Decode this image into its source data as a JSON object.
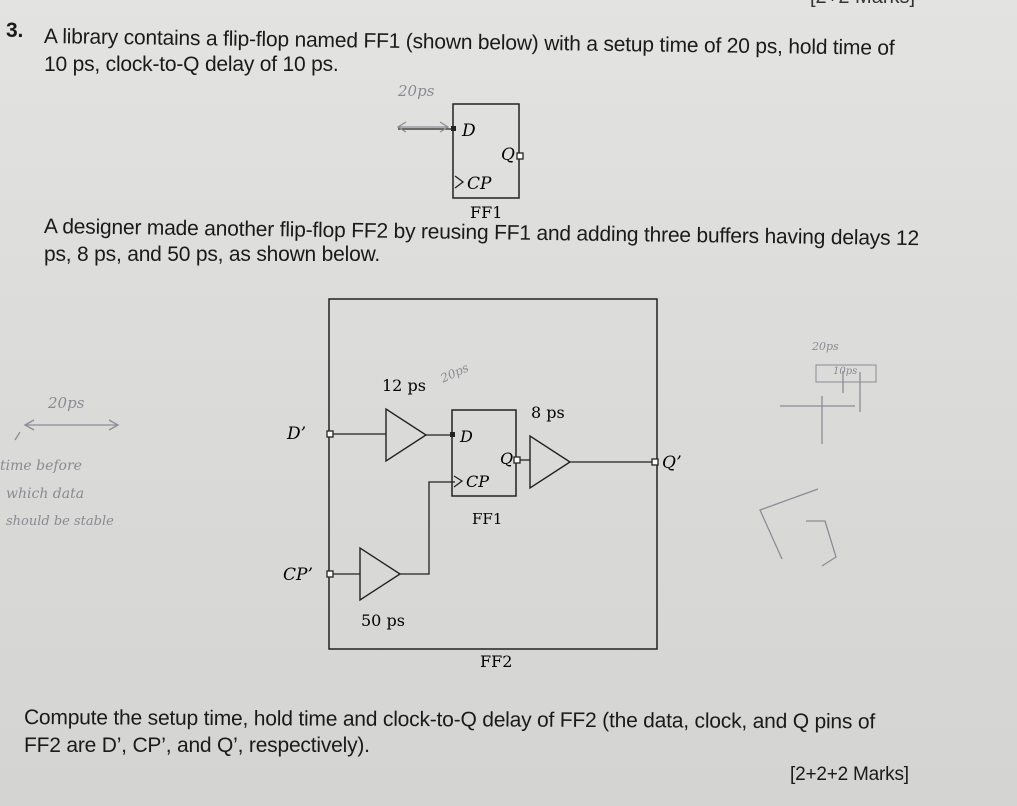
{
  "question": {
    "number": "3.",
    "intro_line1": "A library contains a flip-flop named FF1 (shown below) with a setup time of 20 ps, hold time of",
    "intro_line2": "10 ps, clock-to-Q delay of 10 ps.",
    "designer_line1": "A designer made another flip-flop FF2 by reusing FF1 and adding three buffers having delays 12",
    "designer_line2": "ps, 8 ps, and 50 ps, as shown below.",
    "task_line1": "Compute the setup time, hold time and clock-to-Q delay of FF2 (the data, clock, and Q pins of",
    "task_line2": "FF2 are D’, CP’, and Q’, respectively).",
    "marks": "[2+2+2 Marks]",
    "top_marks_fragment": "[2+2 Marks]"
  },
  "ff1_diagram": {
    "d_pin": "D",
    "q_pin": "Q",
    "cp_pin": "CP",
    "name": "FF1"
  },
  "ff2_diagram": {
    "name": "FF2",
    "inner_name": "FF1",
    "d_in": "D’",
    "cp_in": "CP’",
    "q_out": "Q’",
    "d_pin": "D",
    "q_pin": "Q",
    "cp_pin": "CP",
    "buf_d_delay": "12 ps",
    "buf_q_delay": "8 ps",
    "buf_cp_delay": "50 ps"
  },
  "handwriting": {
    "note_ff1": "20ps",
    "note_left1": "20ps",
    "note_left2": "time before",
    "note_left3": "which data",
    "note_left4": "should be stable",
    "note_12ps": "20ps",
    "note_right_top": "20ps",
    "note_right_box": "10ps"
  }
}
